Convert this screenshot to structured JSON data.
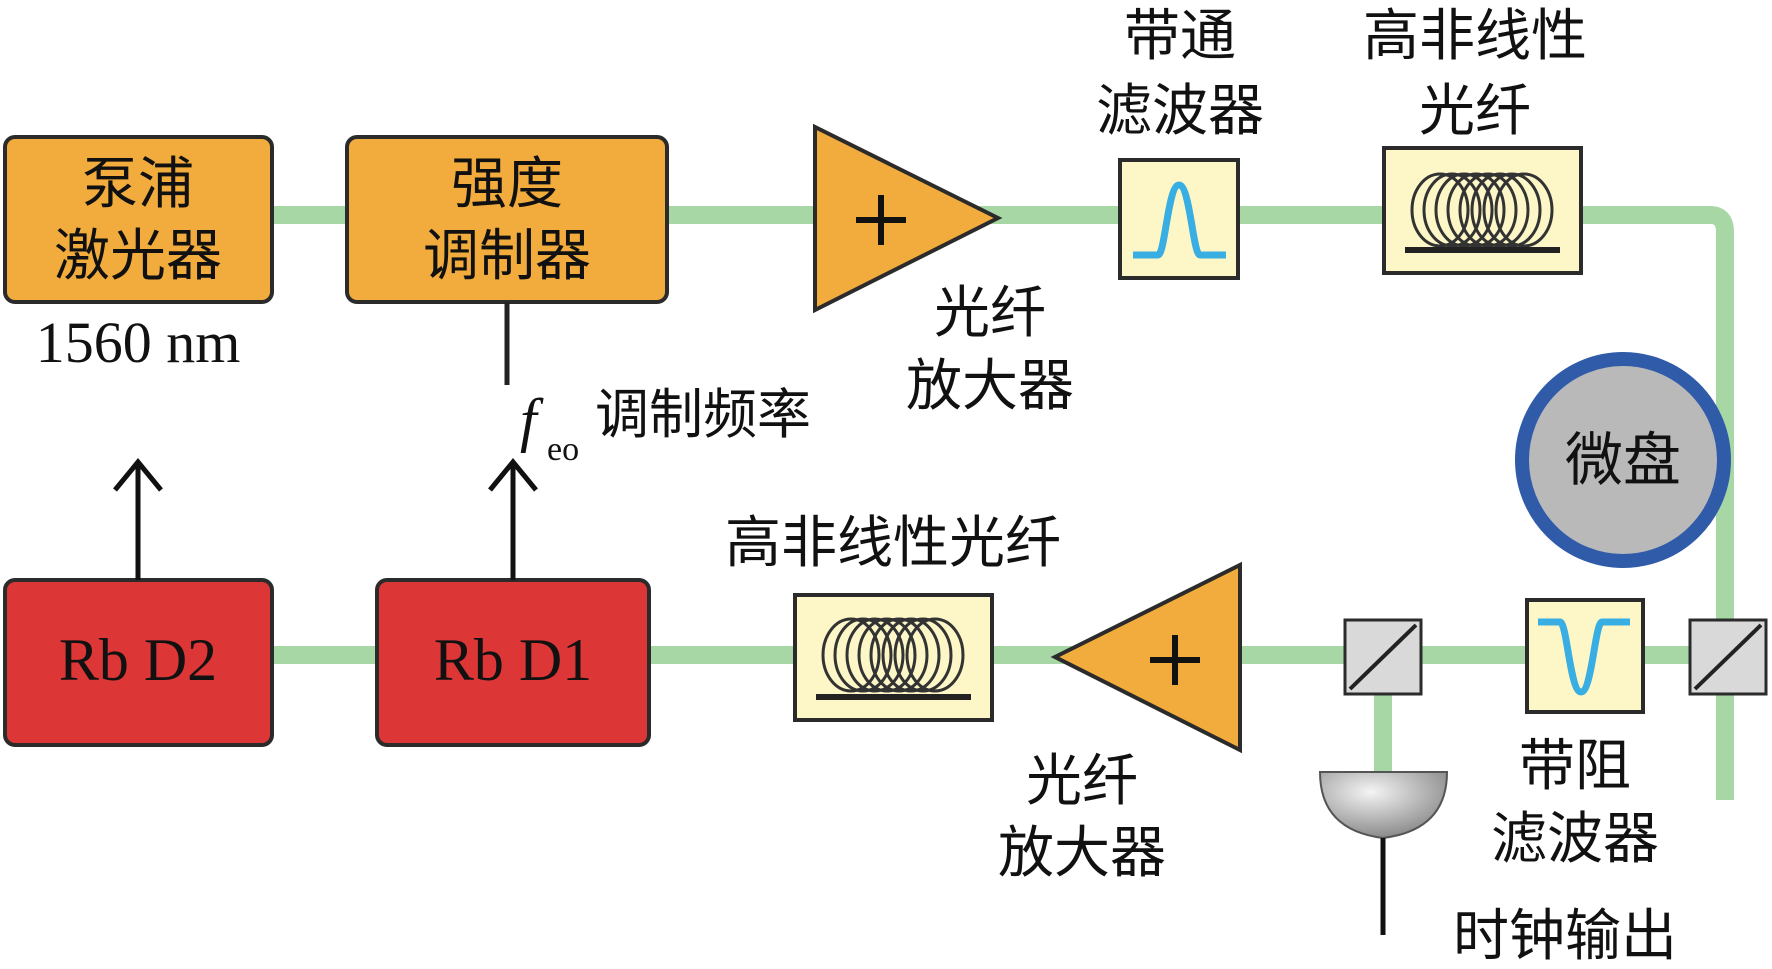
{
  "colors": {
    "fiber": "#a7d7a4",
    "orange_box": "#f2ac3d",
    "red_box": "#dd3636",
    "box_border": "#2b2b2b",
    "passive_fill": "#fdf7c8",
    "filter_curve": "#39aee3",
    "disc_ring": "#2f5ba8",
    "disc_fill": "#b9b9b9",
    "isolator_fill": "#d9d9d9"
  },
  "icons": {
    "amplifier": "triangle-plus-icon",
    "fiber_coil": "coil-icon",
    "isolator": "diagonal-slash-box-icon",
    "photodetector": "dome-detector-icon",
    "arrow": "up-arrow-icon"
  },
  "top_row": {
    "pump_laser": {
      "line1": "泵浦",
      "line2": "激光器",
      "wavelength": "1560 nm"
    },
    "modulator": {
      "line1": "强度",
      "line2": "调制器"
    },
    "amplifier": {
      "line1": "光纤",
      "line2": "放大器"
    },
    "bandpass": {
      "line1": "带通",
      "line2": "滤波器"
    },
    "hnlf": {
      "line1": "高非线性",
      "line2": "光纤"
    }
  },
  "modulation": {
    "symbol": "f",
    "subscript": "eo",
    "label": "调制频率"
  },
  "microdisc": {
    "label": "微盘"
  },
  "bottom_row": {
    "rb_d2": {
      "label": "Rb D2"
    },
    "rb_d1": {
      "label": "Rb D1"
    },
    "hnlf": {
      "label": "高非线性光纤"
    },
    "amplifier": {
      "line1": "光纤",
      "line2": "放大器"
    },
    "bandstop": {
      "line1": "带阻",
      "line2": "滤波器"
    },
    "clock_output": {
      "label": "时钟输出"
    }
  }
}
